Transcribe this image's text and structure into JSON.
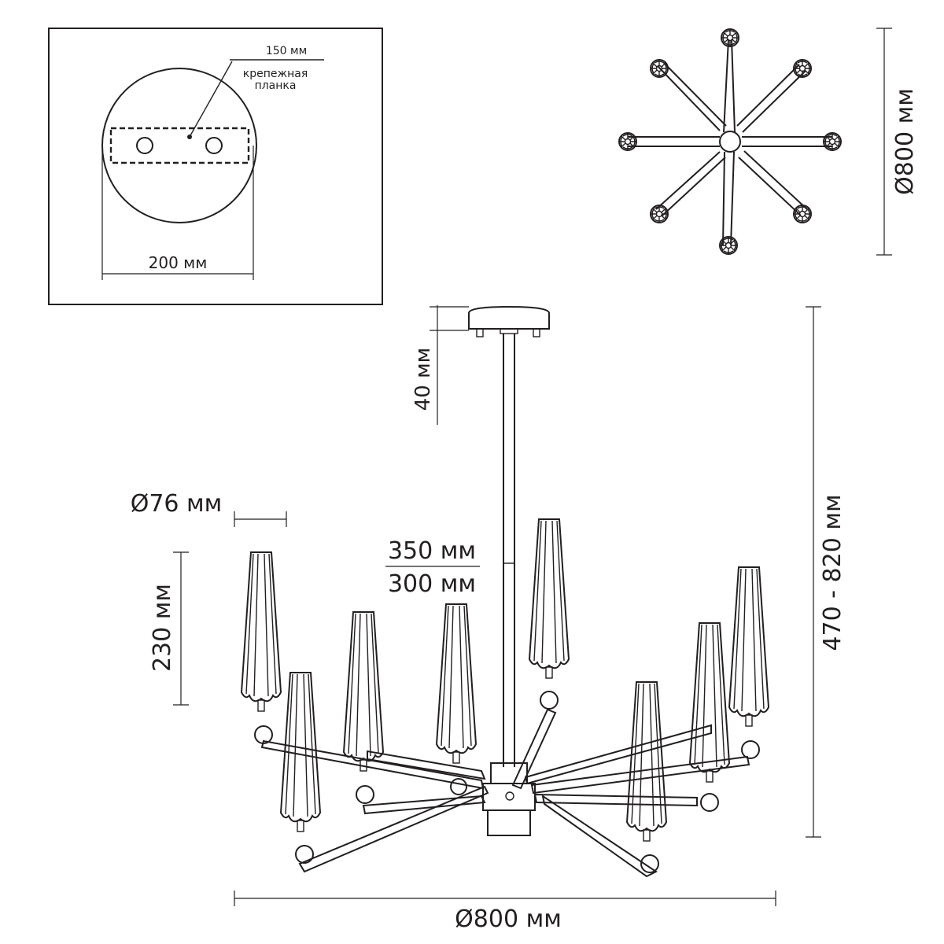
{
  "mount_detail": {
    "plate_width_label": "150 мм",
    "plate_name_label_line1": "крепежная",
    "plate_name_label_line2": "планка",
    "canopy_diameter_label": "200 мм"
  },
  "top_view": {
    "diameter_label": "Ø800 мм",
    "arm_count": 8
  },
  "side_view": {
    "canopy_height_label": "40 мм",
    "total_height_label": "470 - 820 мм",
    "shade_diameter_label": "Ø76 мм",
    "shade_height_label": "230 мм",
    "arm_level_label_upper": "350 мм",
    "arm_level_label_lower": "300 мм",
    "overall_width_label": "Ø800 мм",
    "shade_count": 8
  }
}
